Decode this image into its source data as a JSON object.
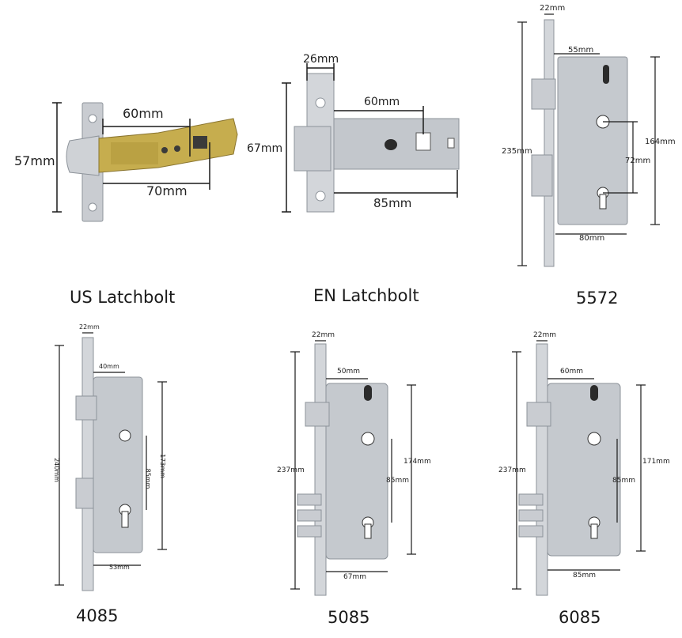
{
  "products": [
    {
      "name": "US Latchbolt",
      "dims": {
        "height": "57mm",
        "backset": "60mm",
        "length": "70mm"
      }
    },
    {
      "name": "EN Latchbolt",
      "dims": {
        "faceplate": "26mm",
        "height": "67mm",
        "backset": "60mm",
        "length": "85mm"
      }
    },
    {
      "name": "5572",
      "dims": {
        "faceplate": "22mm",
        "backset": "55mm",
        "height": "235mm",
        "case_height": "164mm",
        "spacing": "72mm",
        "case_width": "80mm"
      }
    },
    {
      "name": "4085",
      "dims": {
        "faceplate": "22mm",
        "backset": "40mm",
        "height": "240mm",
        "case_height": "173mm",
        "spacing": "85mm",
        "case_width": "53mm"
      }
    },
    {
      "name": "5085",
      "dims": {
        "faceplate": "22mm",
        "backset": "50mm",
        "height": "237mm",
        "case_height": "174mm",
        "spacing": "85mm",
        "case_width": "67mm"
      }
    },
    {
      "name": "6085",
      "dims": {
        "faceplate": "22mm",
        "backset": "60mm",
        "height": "237mm",
        "case_height": "171mm",
        "spacing": "85mm",
        "case_width": "85mm"
      }
    }
  ],
  "colors": {
    "steel": "#c9ccd1",
    "steel_dark": "#9aa0a7",
    "brass": "#b8a24a",
    "line": "#1a1a1a"
  }
}
